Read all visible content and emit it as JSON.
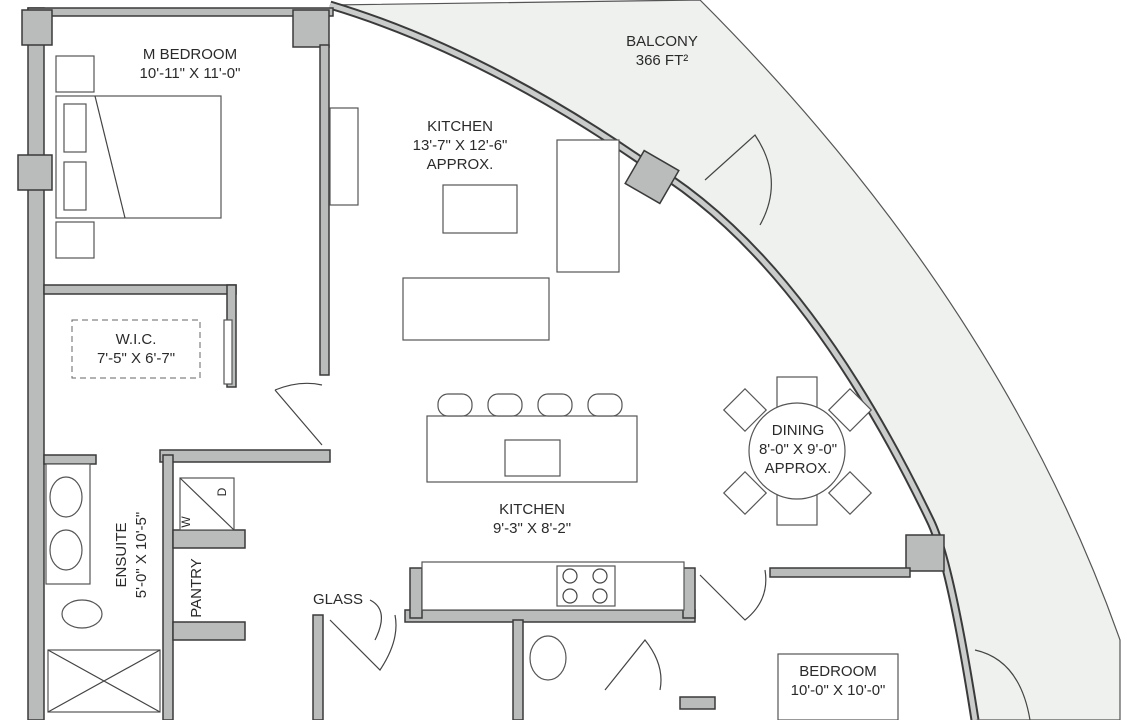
{
  "rooms": {
    "master_bedroom": {
      "name": "M BEDROOM",
      "size": "10'-11\" X 11'-0\""
    },
    "balcony": {
      "name": "BALCONY",
      "size": "366 FT²"
    },
    "living": {
      "name": "KITCHEN",
      "size": "13'-7\" X 12'-6\"",
      "note": "APPROX."
    },
    "wic": {
      "name": "W.I.C.",
      "size": "7'-5\" X 6'-7\""
    },
    "dining": {
      "name": "DINING",
      "size": "8'-0\" X 9'-0\"",
      "note": "APPROX."
    },
    "kitchen": {
      "name": "KITCHEN",
      "size": "9'-3\" X 8'-2\""
    },
    "ensuite": {
      "name": "ENSUITE",
      "size": "5'-0\" X 10'-5\""
    },
    "pantry": {
      "name": "PANTRY"
    },
    "bedroom": {
      "name": "BEDROOM",
      "size": "10'-0\" X 10'-0\""
    }
  },
  "labels": {
    "glass": "GLASS",
    "washer": "W",
    "dryer": "D"
  },
  "colors": {
    "wall": "#b9bcbb",
    "balcony": "#eef1ee"
  }
}
